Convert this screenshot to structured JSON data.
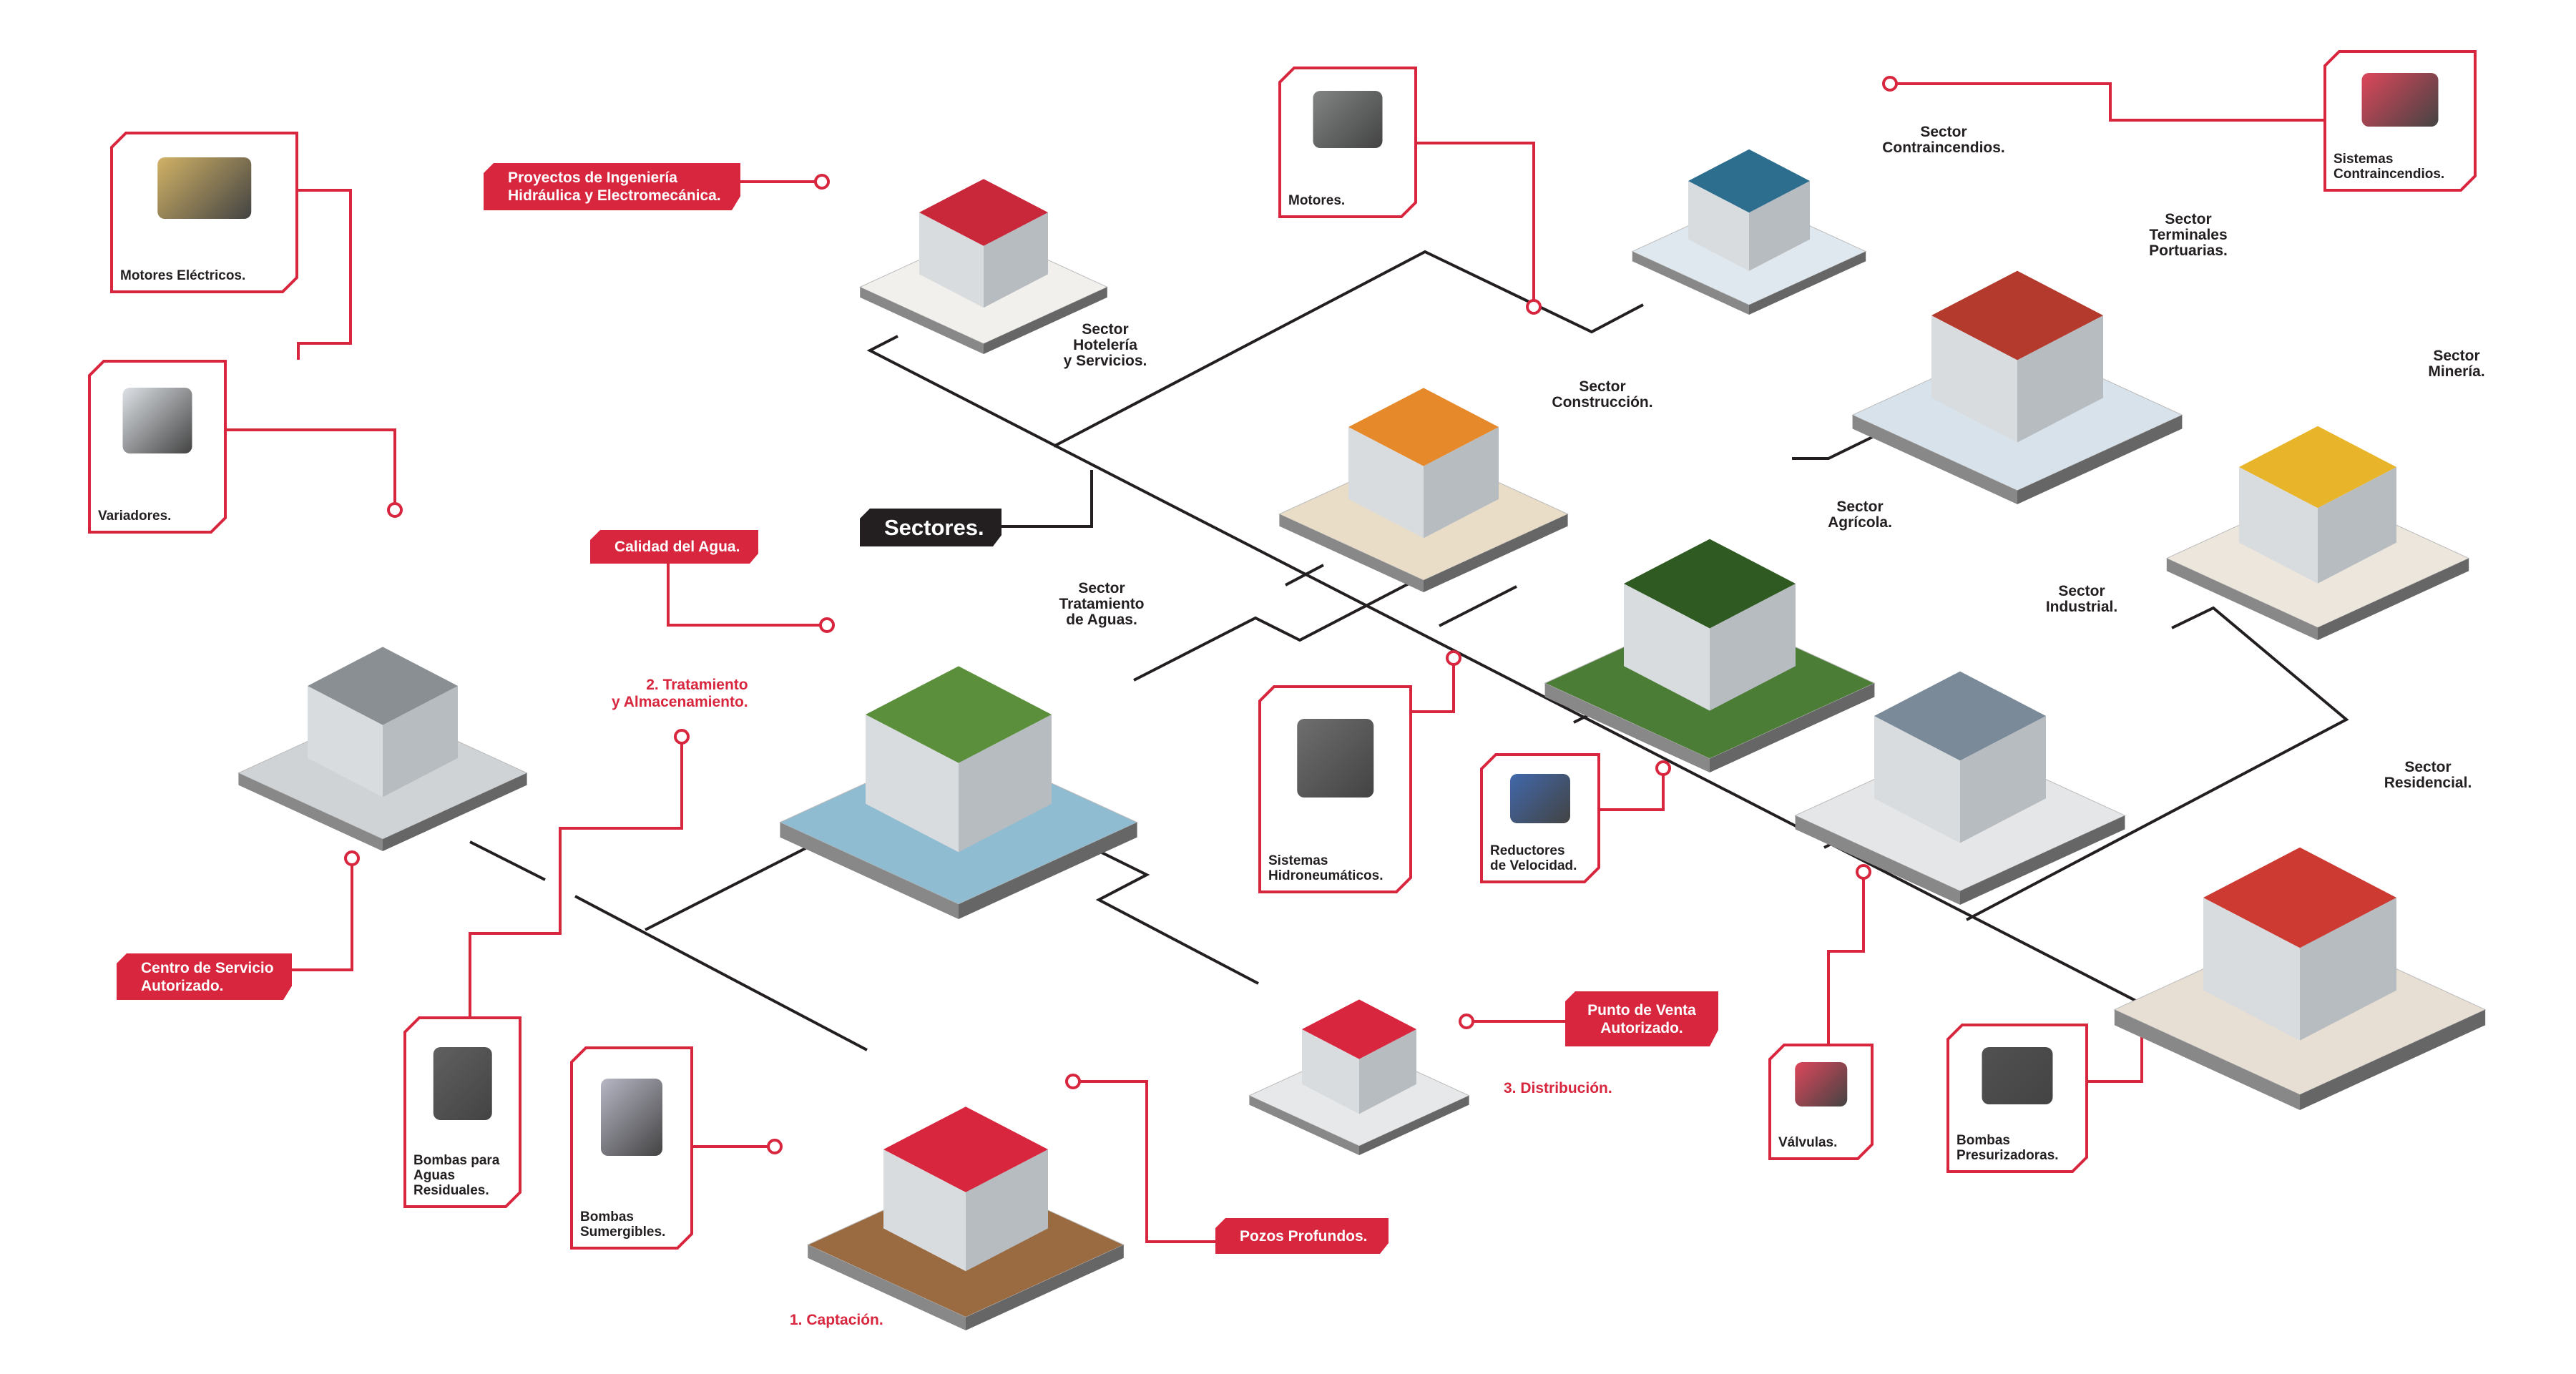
{
  "center_label": "Sectores.",
  "services": {
    "proyectos": [
      "Proyectos de Ingeniería",
      "Hidráulica y Electromecánica."
    ],
    "calidad": "Calidad del Agua.",
    "centro_servicio": [
      "Centro de Servicio",
      "Autorizado."
    ],
    "punto_venta": [
      "Punto de Venta",
      "Autorizado."
    ],
    "pozos": "Pozos Profundos."
  },
  "stages": {
    "captacion": "1. Captación.",
    "tratamiento": [
      "2. Tratamiento",
      "y Almacenamiento."
    ],
    "distribucion": "3. Distribución."
  },
  "sectors": {
    "hoteleria": [
      "Sector",
      "Hotelería",
      "y Servicios."
    ],
    "construccion": [
      "Sector",
      "Construcción."
    ],
    "contraincendios": [
      "Sector",
      "Contraincendios."
    ],
    "portuarias": [
      "Sector",
      "Terminales",
      "Portuarias."
    ],
    "mineria": [
      "Sector",
      "Minería."
    ],
    "agricola": [
      "Sector",
      "Agrícola."
    ],
    "tratamiento": [
      "Sector",
      "Tratamiento",
      "de Aguas."
    ],
    "industrial": [
      "Sector",
      "Industrial."
    ],
    "residencial": [
      "Sector",
      "Residencial."
    ]
  },
  "products": {
    "motores_electricos": [
      "Motores Eléctricos."
    ],
    "variadores": [
      "Variadores."
    ],
    "motores": [
      "Motores."
    ],
    "sistemas_contraincendios": [
      "Sistemas",
      "Contraincendios."
    ],
    "hidroneumaticos": [
      "Sistemas",
      "Hidroneumáticos."
    ],
    "reductores": [
      "Reductores",
      "de Velocidad."
    ],
    "valvulas": [
      "Válvulas."
    ],
    "presurizadoras": [
      "Bombas",
      "Presurizadoras."
    ],
    "residuales": [
      "Bombas para",
      "Aguas",
      "Residuales."
    ],
    "sumergibles": [
      "Bombas",
      "Sumergibles."
    ]
  },
  "colors": {
    "accent": "#d7263d",
    "dark": "#231f20"
  }
}
